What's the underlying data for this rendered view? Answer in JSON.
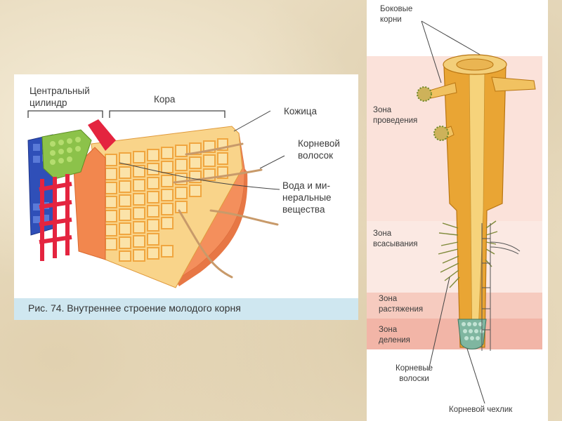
{
  "left_figure": {
    "labels": {
      "central_cylinder": "Центральный\nцилиндр",
      "cortex": "Кора",
      "epidermis": "Кожица",
      "root_hair": "Корневой\nволосок",
      "water_minerals": "Вода и ми-\nнеральные\nвещества"
    },
    "caption": "Рис. 74. Внутреннее строение молодого корня"
  },
  "right_figure": {
    "labels": {
      "lateral_roots": "Боковые\nкорни",
      "conduction_zone": "Зона\nпроведения",
      "absorption_zone": "Зона\nвсасывания",
      "elongation_zone": "Зона\nрастяжения",
      "division_zone": "Зона\nделения",
      "root_hairs": "Корневые\nволоски",
      "root_cap": "Корневой чехлик"
    }
  },
  "colors": {
    "zone_light": "#fbe4dc",
    "zone_medium": "#f6c9bc",
    "zone_strong": "#f2b2a4",
    "cortex_cells": "#f7c97a",
    "epidermis": "#f29466",
    "xylem": "#2f4fb8",
    "phloem": "#e4243f",
    "pericycle": "#8cc24a"
  }
}
